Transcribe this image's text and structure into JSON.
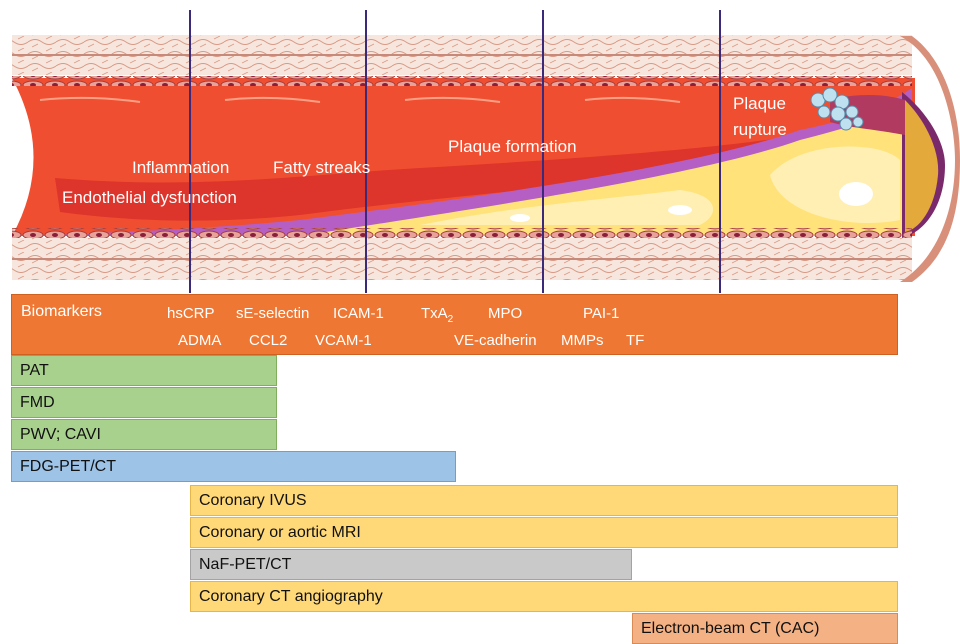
{
  "stages": {
    "endothelial": "Endothelial dysfunction",
    "inflammation": "Inflammation",
    "fatty": "Fatty streaks",
    "plaque_formation": "Plaque formation",
    "rupture_line1": "Plaque",
    "rupture_line2": "rupture"
  },
  "biomarkers": {
    "title": "Biomarkers",
    "hscrp": "hsCRP",
    "selectin": "sE-selectin",
    "icam": "ICAM-1",
    "txa": "TxA",
    "txa_sub": "2",
    "mpo": "MPO",
    "pai": "PAI-1",
    "adma": "ADMA",
    "ccl2": "CCL2",
    "vcam": "VCAM-1",
    "vecad": "VE-cadherin",
    "mmps": "MMPs",
    "tf": "TF"
  },
  "modalities": [
    "PAT",
    "FMD",
    "PWV; CAVI",
    "FDG-PET/CT",
    "Coronary IVUS",
    "Coronary or aortic MRI",
    "NaF-PET/CT",
    "Coronary CT angiography",
    "Electron-beam CT (CAC)"
  ],
  "colors": {
    "green": "#a9d18e",
    "blue": "#9dc3e6",
    "yellow": "#ffd878",
    "gray": "#c9c9c9",
    "salmon": "#f4b183",
    "orange": "#ee7733",
    "lumen": "#f04e30",
    "plaque": "#ffe27a",
    "intima": "#b55fc5"
  }
}
